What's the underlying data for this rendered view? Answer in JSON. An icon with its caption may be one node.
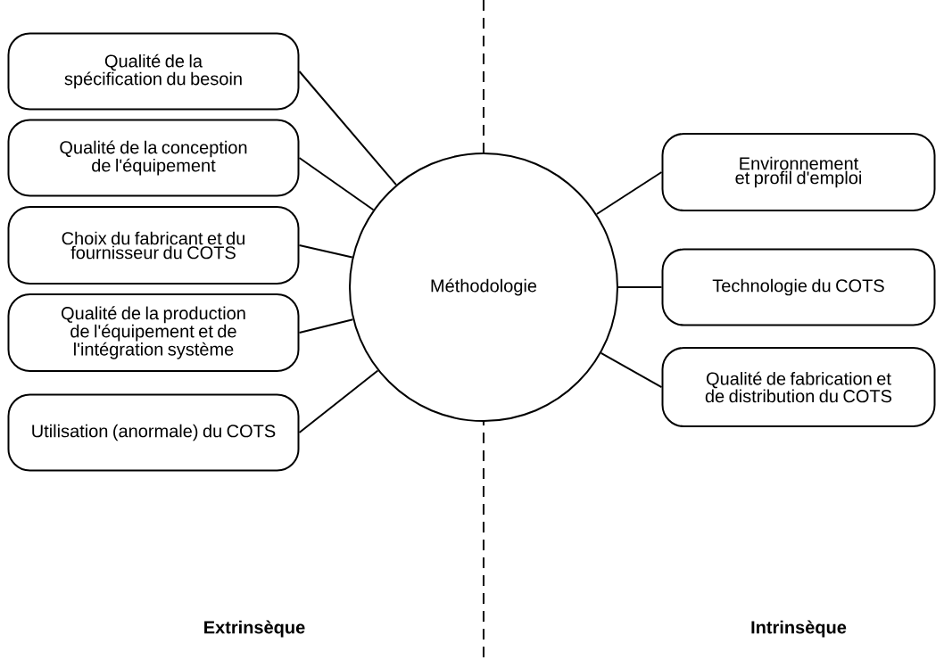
{
  "diagram": {
    "nodes": [
      {
        "text": [
          "Qualité de la spécification du besoin"
        ]
      },
      {
        "text": [
          "Qualité de la conception de l'équipement"
        ]
      },
      {
        "text": [
          "Choix du fabricant et du fournisseur du COTS"
        ]
      },
      {
        "text": [
          "Qualité de la production de l'équipement et de l'intégration système"
        ]
      },
      {
        "text": [
          "Utilisation (anormale) du COTS"
        ]
      },
      {
        "text": [
          "Méthodologie"
        ]
      },
      {
        "text": [
          "Environnement et profil d'emploi"
        ]
      },
      {
        "text": [
          "Technologie du COTS"
        ]
      },
      {
        "text": [
          "Qualité de fabrication et de distribution du COTS"
        ]
      }
    ],
    "edges": [
      {
        "from": 5,
        "to": 0,
        "arrow": "none"
      },
      {
        "from": 5,
        "to": 1,
        "arrow": "none"
      },
      {
        "from": 5,
        "to": 2,
        "arrow": "none"
      },
      {
        "from": 5,
        "to": 3,
        "arrow": "none"
      },
      {
        "from": 5,
        "to": 4,
        "arrow": "none"
      },
      {
        "from": 5,
        "to": 6,
        "arrow": "none"
      },
      {
        "from": 5,
        "to": 7,
        "arrow": "none"
      },
      {
        "from": 5,
        "to": 8,
        "arrow": "none"
      }
    ],
    "labels": [
      "Extrinsèque",
      "Intrinsèque"
    ]
  }
}
